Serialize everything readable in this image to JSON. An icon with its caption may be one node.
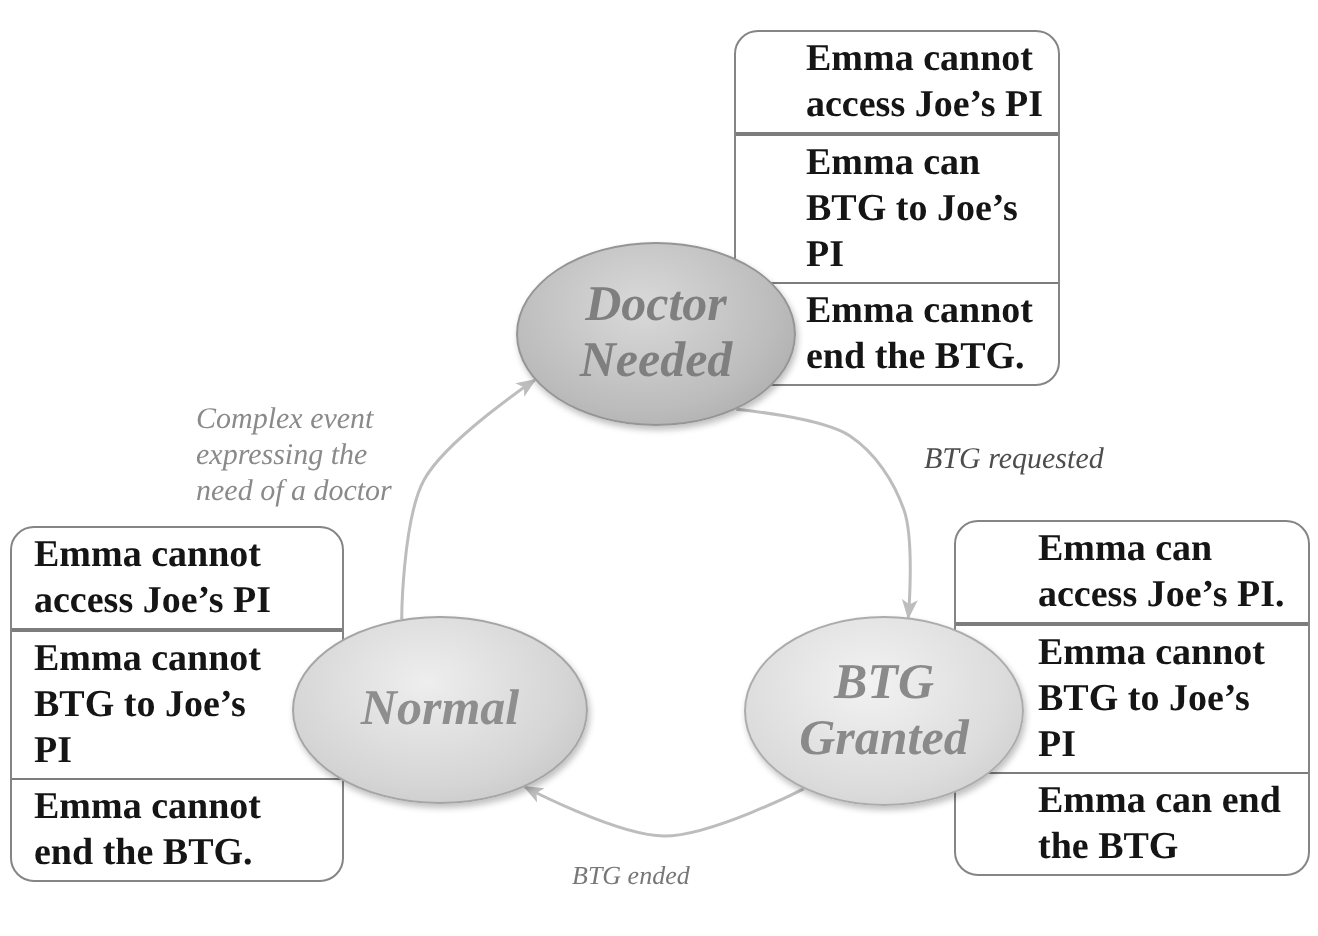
{
  "diagram": {
    "nodes": [
      {
        "text": [
          "Emma cannot access Joe’s PI",
          "Emma can BTG to Joe’s PI",
          "Emma cannot end the BTG."
        ]
      },
      {
        "text": [
          "Doctor Needed"
        ]
      },
      {
        "text": [
          "Emma cannot access Joe’s PI",
          "Emma cannot BTG to Joe’s PI",
          "Emma cannot end the BTG."
        ]
      },
      {
        "text": [
          "Normal"
        ]
      },
      {
        "text": [
          "BTG Granted"
        ]
      },
      {
        "text": [
          "Emma can access Joe’s PI.",
          "Emma cannot BTG to Joe’s PI",
          "Emma can end the BTG"
        ]
      }
    ],
    "edges": [
      {
        "from": 3,
        "to": 1,
        "arrow": "to",
        "label": "Complex event expressing the need of a doctor"
      },
      {
        "from": 1,
        "to": 4,
        "arrow": "to",
        "label": "BTG requested"
      },
      {
        "from": 4,
        "to": 3,
        "arrow": "to",
        "label": "BTG ended"
      }
    ]
  }
}
